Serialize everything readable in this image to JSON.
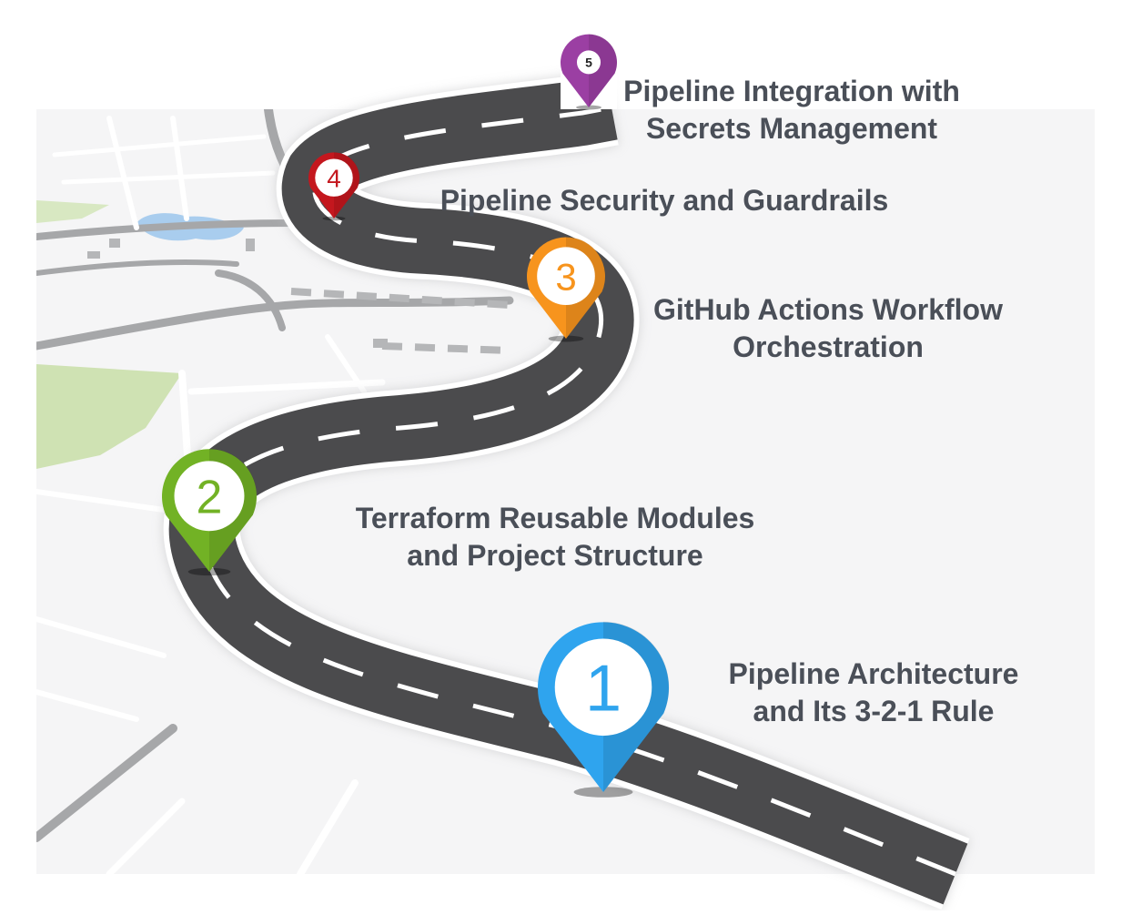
{
  "milestones": [
    {
      "number": "1",
      "color": "#2fa4ee",
      "line1": "Pipeline Architecture",
      "line2": "and Its 3-2-1 Rule"
    },
    {
      "number": "2",
      "color": "#72b225",
      "line1": "Terraform Reusable Modules",
      "line2": "and Project Structure"
    },
    {
      "number": "3",
      "color": "#f7941d",
      "line1": "GitHub Actions Workflow",
      "line2": "Orchestration"
    },
    {
      "number": "4",
      "color": "#c4171e",
      "line1": "Pipeline Security and Guardrails",
      "line2": ""
    },
    {
      "number": "5",
      "color": "#9b3fa3",
      "line1": "Pipeline Integration with",
      "line2": "Secrets Management"
    }
  ]
}
